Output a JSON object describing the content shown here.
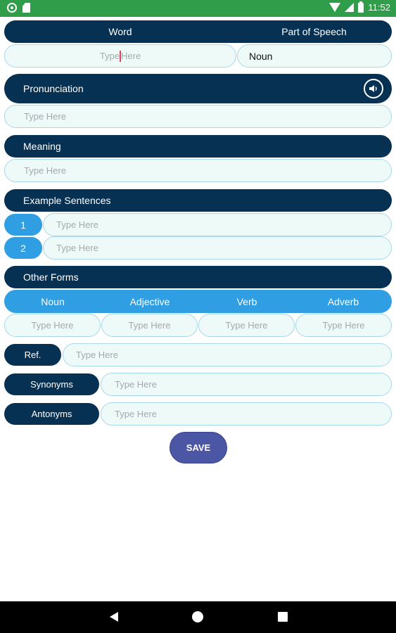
{
  "status_bar": {
    "time": "11:52"
  },
  "header": {
    "word_label": "Word",
    "pos_label": "Part of Speech"
  },
  "word": {
    "placeholder_before_cursor": "Type",
    "placeholder_after_cursor": "Here",
    "part_of_speech": "Noun"
  },
  "pronunciation": {
    "label": "Pronunciation",
    "placeholder": "Type Here"
  },
  "meaning": {
    "label": "Meaning",
    "placeholder": "Type Here"
  },
  "examples": {
    "label": "Example Sentences",
    "items": [
      {
        "number": "1",
        "placeholder": "Type Here"
      },
      {
        "number": "2",
        "placeholder": "Type Here"
      }
    ]
  },
  "other_forms": {
    "label": "Other Forms",
    "columns": [
      "Noun",
      "Adjective",
      "Verb",
      "Adverb"
    ],
    "placeholders": [
      "Type Here",
      "Type Here",
      "Type Here",
      "Type Here"
    ]
  },
  "ref": {
    "label": "Ref.",
    "placeholder": "Type Here"
  },
  "synonyms": {
    "label": "Synonyms",
    "placeholder": "Type Here"
  },
  "antonyms": {
    "label": "Antonyms",
    "placeholder": "Type Here"
  },
  "save_label": "SAVE",
  "colors": {
    "header": "#073152",
    "accent": "#2f9ee3",
    "input_bg": "#eefaf8",
    "save": "#4b56a4",
    "status_bar": "#2f9d4a"
  }
}
